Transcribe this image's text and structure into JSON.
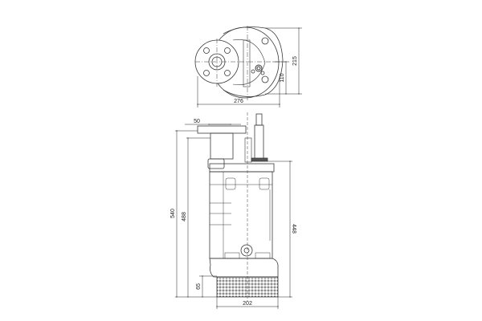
{
  "drawing": {
    "type": "submersible pump dimensional drawing",
    "views": [
      "top-view",
      "side-view"
    ],
    "line_color": "#3a3a3a",
    "top_view": {
      "dimensions": {
        "width": "276",
        "height_total": "215",
        "height_partial": "110"
      }
    },
    "side_view": {
      "dimensions": {
        "flange_offset": "50",
        "total_height": "540",
        "outlet_height": "488",
        "cable_height": "448",
        "strainer_height": "65",
        "strainer_width": "202"
      }
    }
  }
}
